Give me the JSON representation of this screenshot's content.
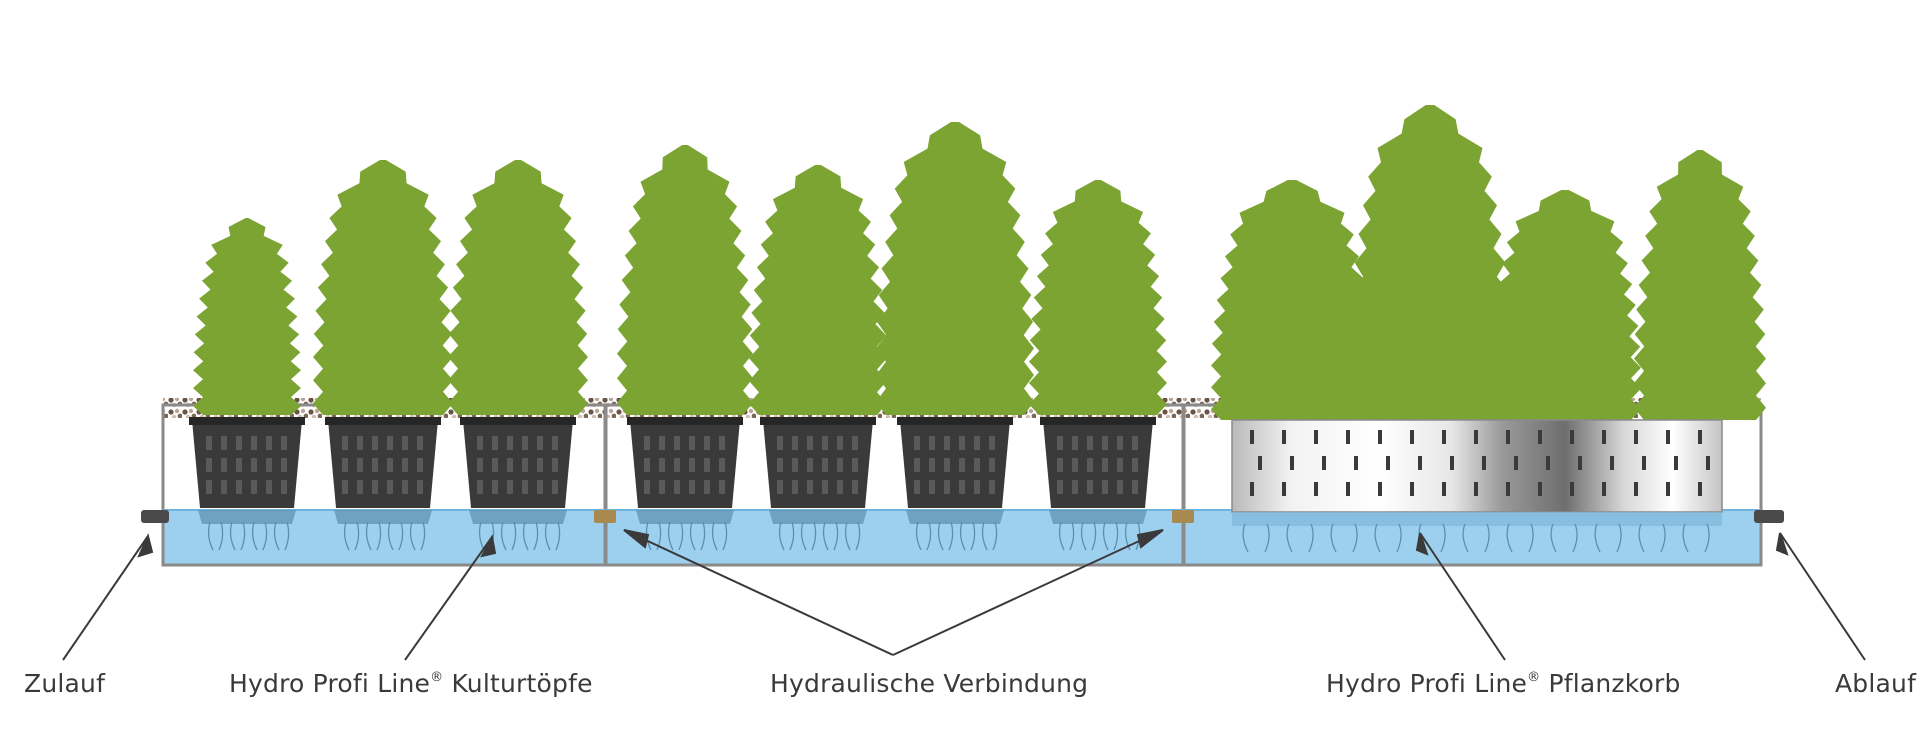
{
  "colors": {
    "foliage": "#7ba433",
    "water": "#9dd0ef",
    "frame": "#8a8a8a",
    "pot": "#3a3a3a",
    "basket": "#d6d6d6",
    "label_text": "#3a3a3a"
  },
  "icons": {
    "tree": "conifer-shrub-icon",
    "pot": "culture-pot-icon",
    "basket": "plant-basket-icon",
    "connector": "pipe-connector-icon"
  },
  "labels": {
    "inlet": "Zulauf",
    "culture_pots_brand": "Hydro Profi Line",
    "culture_pots_reg": "®",
    "culture_pots_name": " Kulturtöpfe",
    "hydraulic": "Hydraulische Verbindung",
    "basket_brand": "Hydro Profi Line",
    "basket_reg": "®",
    "basket_name": " Pflanzkorb",
    "outlet": "Ablauf"
  }
}
